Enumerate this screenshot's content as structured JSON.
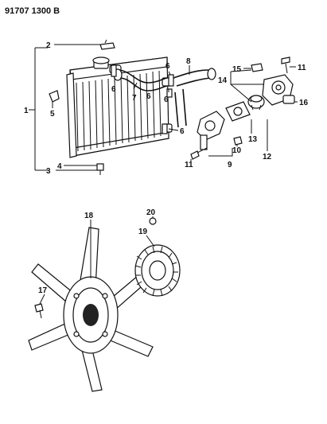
{
  "header": {
    "reference_number": "91707 1300 B"
  },
  "callouts": {
    "c1": "1",
    "c2": "2",
    "c3": "3",
    "c4": "4",
    "c5": "5",
    "c6a": "6",
    "c6b": "6",
    "c6c": "6",
    "c6d": "6",
    "c6e": "6",
    "c7": "7",
    "c8": "8",
    "c9": "9",
    "c10": "10",
    "c11a": "11",
    "c11b": "11",
    "c12": "12",
    "c13": "13",
    "c14": "14",
    "c15": "15",
    "c16": "16",
    "c17": "17",
    "c18": "18",
    "c19": "19",
    "c20": "20"
  },
  "parts": [
    "radiator",
    "radiator-cap",
    "drain-cock",
    "radiator-upper-hose",
    "water-outlet-hose",
    "hose-clamp",
    "thermostat-housing",
    "thermostat",
    "gasket",
    "water-inlet-fitting",
    "bolt",
    "cooling-fan",
    "fan-clutch",
    "fan-bolt",
    "nut"
  ]
}
